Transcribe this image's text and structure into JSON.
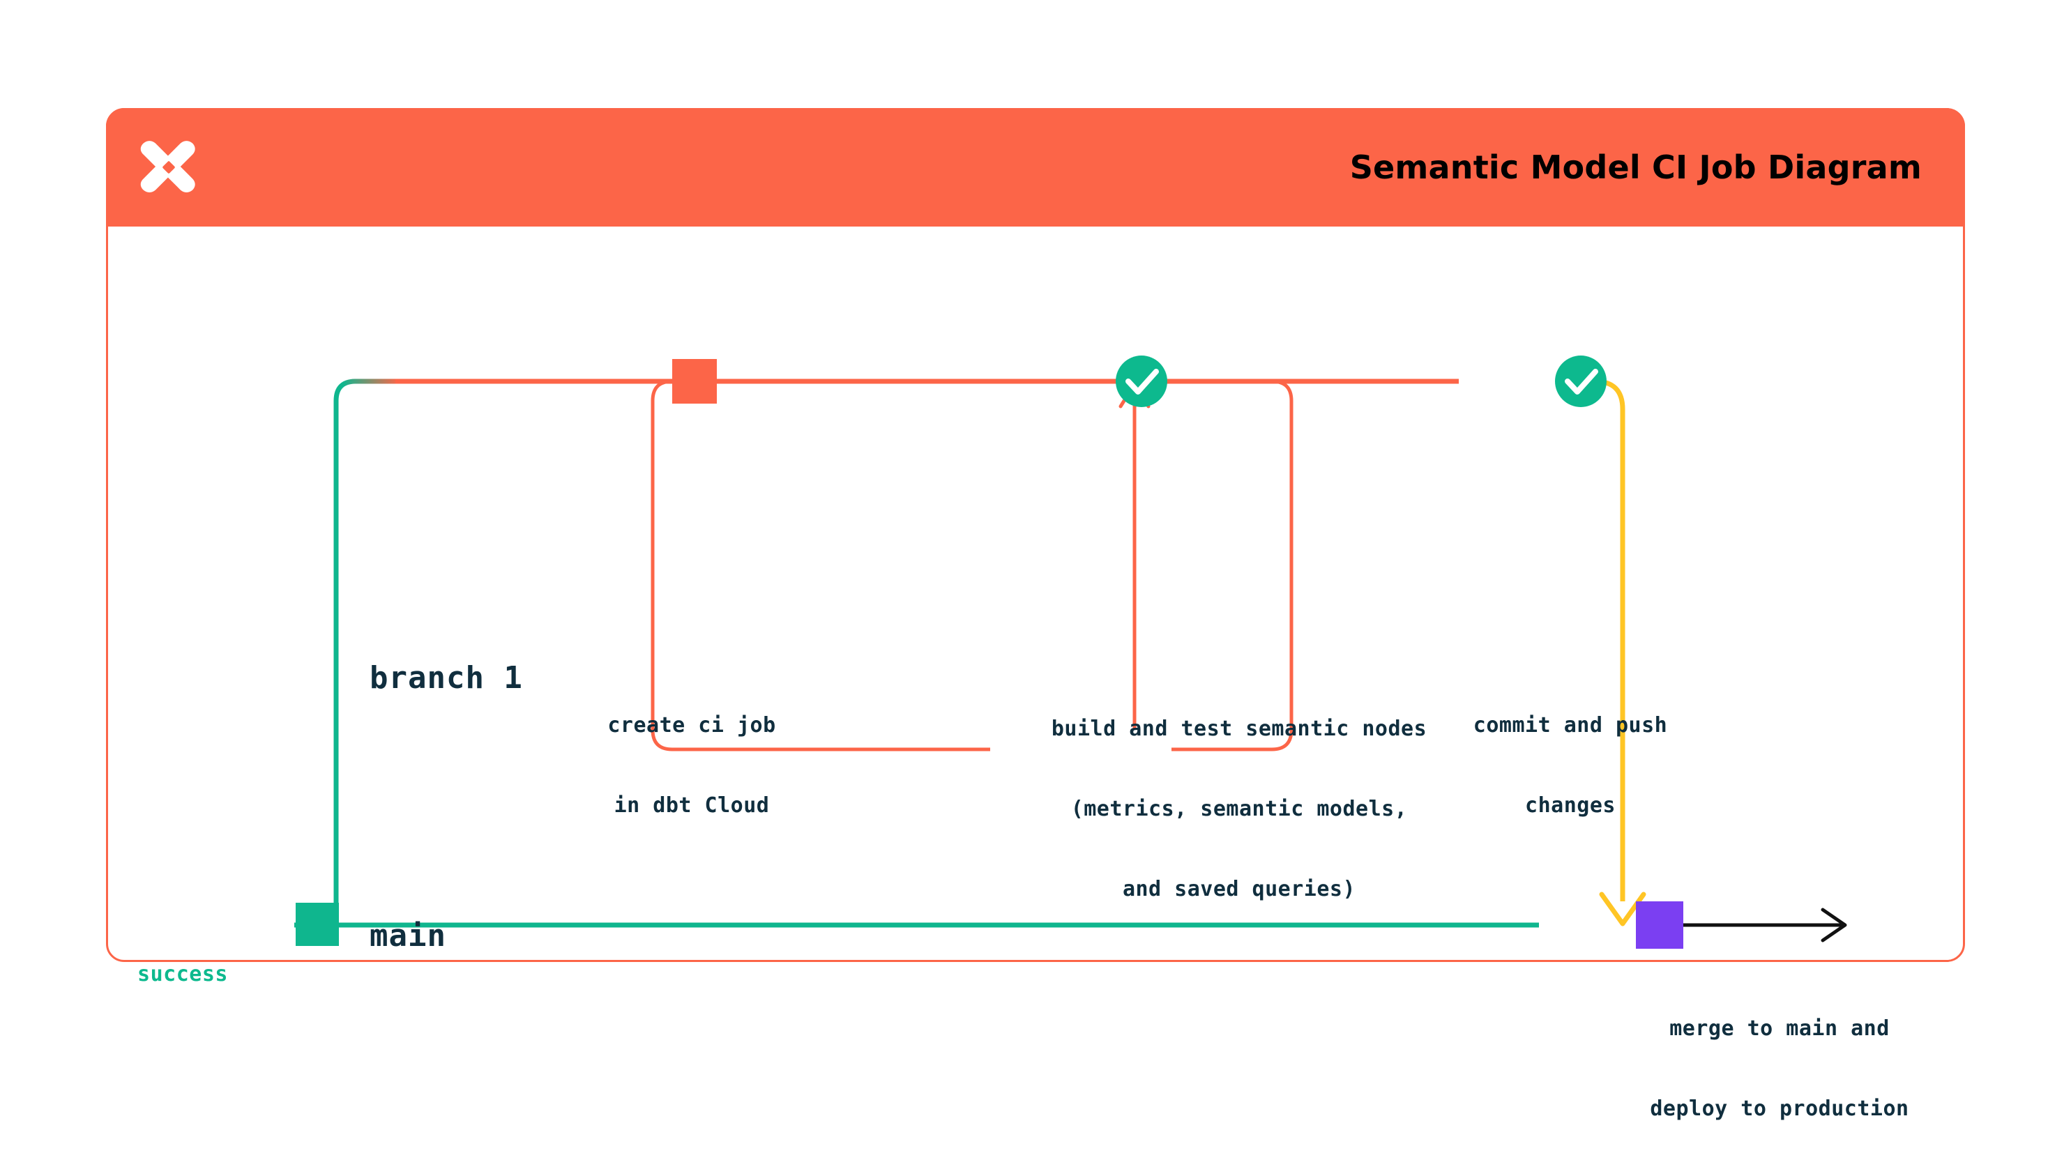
{
  "header": {
    "title": "Semantic Model CI Job Diagram",
    "logo_icon": "dbt-logo-icon",
    "background_color": "#FC6548",
    "title_color": "#000000"
  },
  "card": {
    "border_color": "#FC6548",
    "background_color": "#FFFFFF"
  },
  "diagram": {
    "type": "git-branch-flow",
    "lanes": [
      {
        "id": "branch1",
        "label": "branch 1",
        "color": "#FC6548"
      },
      {
        "id": "main",
        "label": "main",
        "color": "#0FB68E"
      }
    ],
    "nodes": [
      {
        "id": "create-ci-job",
        "lane": "branch1",
        "shape": "square",
        "color": "#FC6548",
        "label": "create ci job\nin dbt Cloud",
        "label_line_1": "create ci job",
        "label_line_2": "in dbt Cloud"
      },
      {
        "id": "build-and-test",
        "lane": "branch1",
        "shape": "check-circle",
        "color": "#0DB98E",
        "icon": "check-icon",
        "label_line_1": "build and test semantic nodes",
        "label_line_2": "(metrics, semantic models,",
        "label_line_3": "and saved queries)"
      },
      {
        "id": "commit-and-push",
        "lane": "branch1",
        "shape": "check-circle",
        "color": "#0DB98E",
        "icon": "check-icon",
        "label_line_1": "commit and push",
        "label_line_2": "changes"
      },
      {
        "id": "merge-to-main",
        "lane": "main",
        "shape": "square",
        "color": "#7B3FF2",
        "label_line_1": "merge to main and",
        "label_line_2": "deploy to production"
      }
    ],
    "edges": [
      {
        "id": "branch-off",
        "from": "main",
        "to": "branch1",
        "color_start": "#0FB68E",
        "color_end": "#FC6548"
      },
      {
        "id": "success-loop",
        "label": "success",
        "label_color": "#0DB98E",
        "color": "#FC6548",
        "arrow": "up"
      },
      {
        "id": "merge-back",
        "from": "branch1",
        "to": "main",
        "color": "#FFC525",
        "arrow": "down"
      },
      {
        "id": "continue-main",
        "color": "#111111",
        "arrow": "right"
      }
    ],
    "colors": {
      "orange": "#FC6548",
      "green": "#0FB68E",
      "check_green": "#0DB98E",
      "yellow": "#FFC525",
      "purple": "#7B3FF2",
      "text_navy": "#102E3E",
      "black": "#111111"
    }
  }
}
